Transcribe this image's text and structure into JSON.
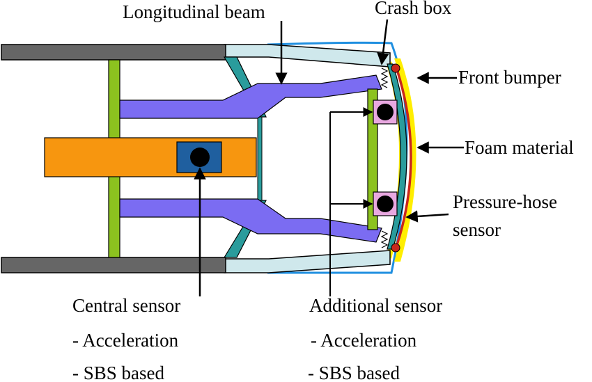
{
  "labels": {
    "longitudinal_beam": "Longitudinal beam",
    "crash_box": "Crash box",
    "front_bumper": "Front bumper",
    "foam_material": "Foam material",
    "pressure_hose_line1": "Pressure-hose",
    "pressure_hose_line2": "sensor",
    "central_sensor": {
      "title": "Central sensor",
      "item1": "- Acceleration",
      "item2": "- SBS based"
    },
    "additional_sensor": {
      "title": "Additional sensor",
      "item1": "- Acceleration",
      "item2": "- SBS based"
    }
  },
  "colors": {
    "rail": "#666666",
    "crossmember": "#8cc21f",
    "beam": "#7b6cf2",
    "central_block": "#f7960f",
    "central_box": "#1f5f9f",
    "sensor_box": "#e8a8e0",
    "teal": "#2a9c9c",
    "light_blue": "#cfe8ec",
    "bumper_blue": "#1f8fe0",
    "foam_yellow": "#ffee00",
    "hose_red": "#c8271c"
  }
}
